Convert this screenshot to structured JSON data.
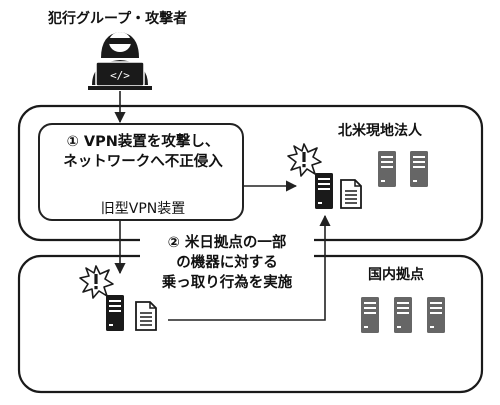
{
  "attacker": {
    "label": "犯行グループ・攻撃者",
    "icon": "hacker-laptop-icon"
  },
  "step1": {
    "line1": "① VPN装置を攻撃し、",
    "line2": "ネットワークへ不正侵入",
    "device_label": "旧型VPN装置",
    "icon": "vpn-router-icon"
  },
  "step2": {
    "line1": "② 米日拠点の一部",
    "line2": "の機器に対する",
    "line3": "乗っ取り行為を実施"
  },
  "regions": {
    "north_america": "北米現地法人",
    "domestic": "国内拠点"
  },
  "icons": [
    "server-icon",
    "document-icon",
    "compromise-burst-icon"
  ],
  "colors": {
    "server_gray": "#666666",
    "line": "#222222",
    "dark": "#1a1a1a"
  }
}
